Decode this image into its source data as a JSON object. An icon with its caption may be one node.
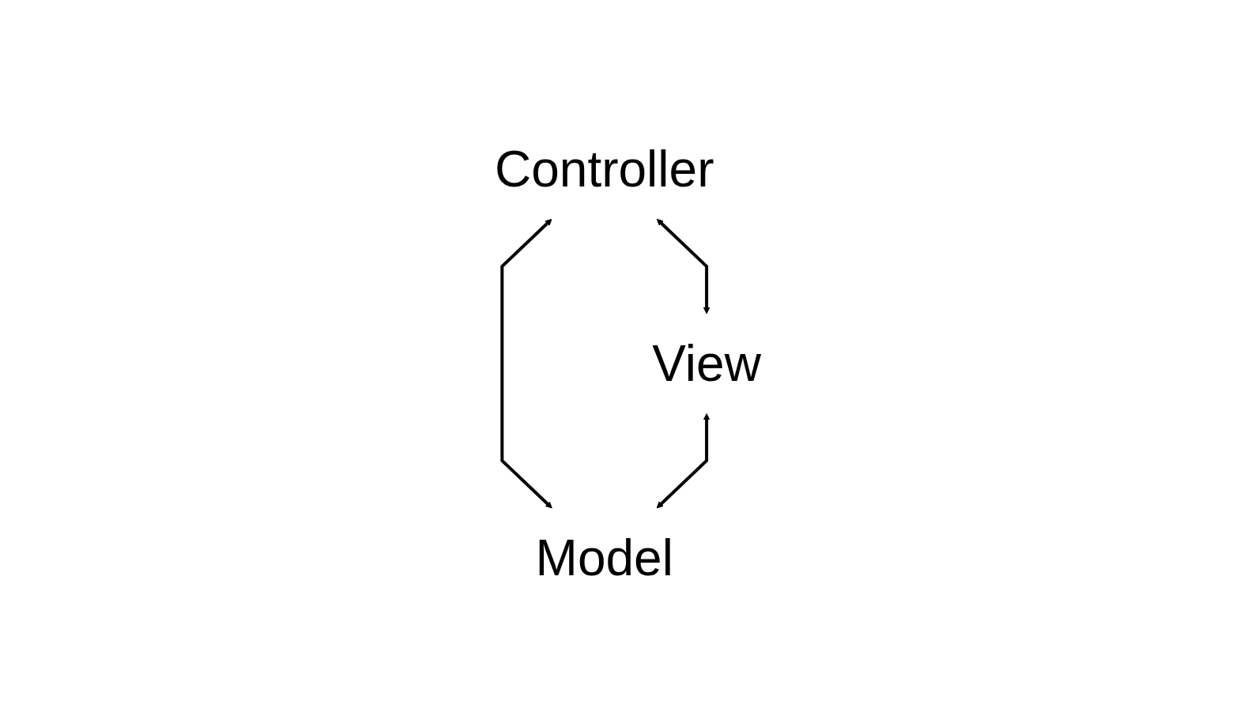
{
  "diagram": {
    "nodes": [
      {
        "text": [
          "Controller"
        ]
      },
      {
        "text": [
          "View"
        ]
      },
      {
        "text": [
          "Model"
        ]
      }
    ],
    "edges": [
      {
        "from": 0,
        "to": 1,
        "arrow": "both"
      },
      {
        "from": 0,
        "to": 2,
        "arrow": "both"
      },
      {
        "from": 1,
        "to": 2,
        "arrow": "both"
      }
    ]
  }
}
